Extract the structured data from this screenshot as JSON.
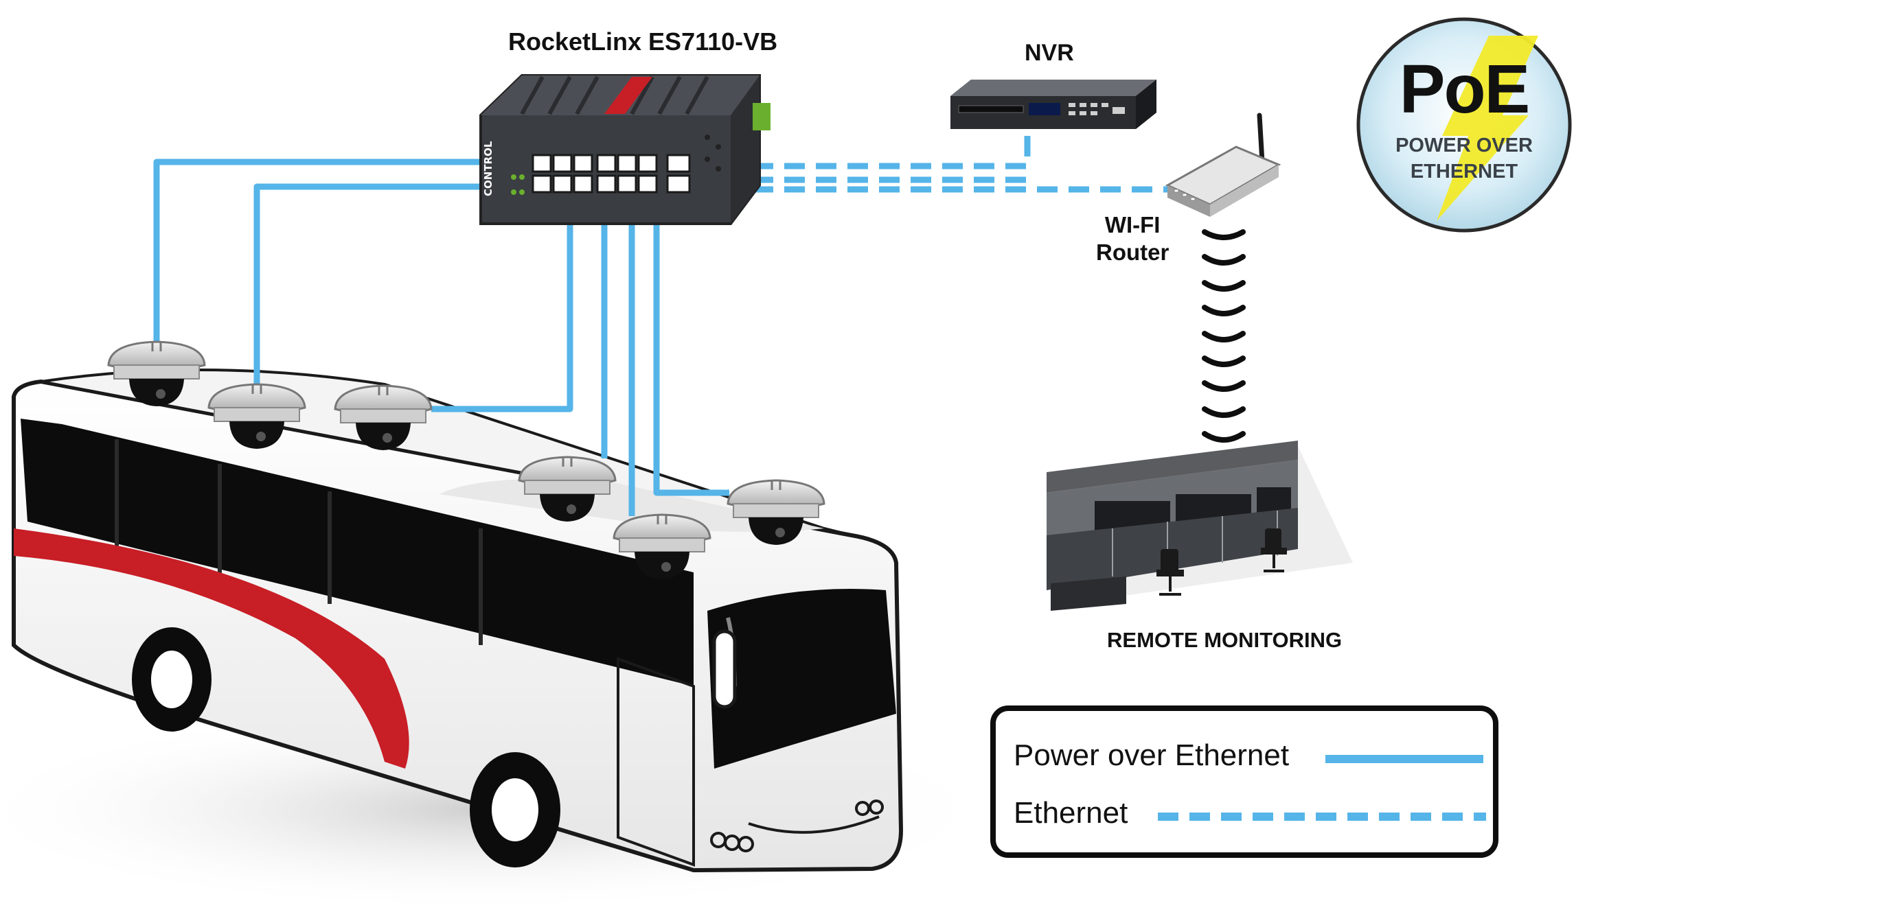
{
  "switch_label": "RocketLinx ES7110-VB",
  "nvr_label": "NVR",
  "router_label_line1": "WI-FI",
  "router_label_line2": "Router",
  "remote_label": "REMOTE MONITORING",
  "switch_brand_text": "CONTROL",
  "poe_badge": {
    "title": "PoE",
    "line1": "POWER OVER",
    "line2": "ETHERNET"
  },
  "legend": {
    "poe_label": "Power over Ethernet",
    "ethernet_label": "Ethernet"
  },
  "colors": {
    "cable": "#55b4e8",
    "bus_stripe": "#c81e26",
    "device_body": "#3a3d42",
    "legend_border": "#0e0e0e",
    "poe_bolt": "#f2ea2a"
  }
}
